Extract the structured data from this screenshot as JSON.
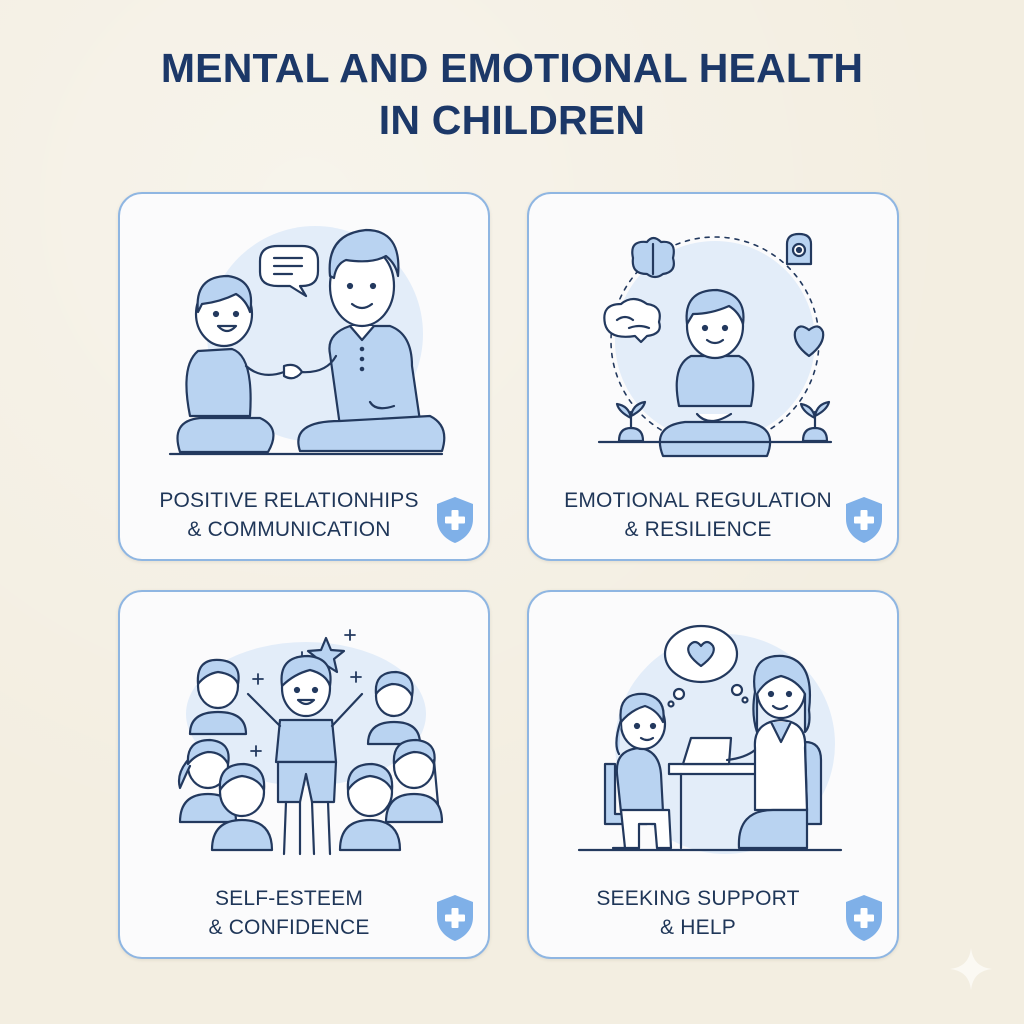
{
  "title": {
    "line1": "MENTAL AND EMOTIONAL HEALTH",
    "line2": "IN CHILDREN"
  },
  "colors": {
    "background": "#f3eee1",
    "title": "#1c3868",
    "card_border": "#8fb6e2",
    "card_fill": "#fbfbfc",
    "illustration_fill": "#b9d3f1",
    "illustration_stroke": "#23395e",
    "halo": "#e3edf9",
    "shield": "#7fb0e8"
  },
  "cards": [
    {
      "id": "positive-relationships",
      "line1": "POSITIVE RELATIONHIPS",
      "line2": "& COMMUNICATION",
      "illustration": "child-and-adult-talking-with-speech-bubble",
      "badge_icon": "shield-plus-icon"
    },
    {
      "id": "emotional-regulation",
      "line1": "EMOTIONAL REGULATION",
      "line2": "& RESILIENCE",
      "illustration": "child-meditating-with-brain-heart-plant-icons",
      "badge_icon": "shield-plus-icon"
    },
    {
      "id": "self-esteem",
      "line1": "SELF-ESTEEM",
      "line2": "& CONFIDENCE",
      "illustration": "child-cheering-among-group-with-star",
      "badge_icon": "shield-plus-icon"
    },
    {
      "id": "seeking-support",
      "line1": "SEEKING SUPPORT",
      "line2": "& HELP",
      "illustration": "child-and-counselor-at-table-with-heart-thought",
      "badge_icon": "shield-plus-icon"
    }
  ],
  "decorations": {
    "corner_icon": "sparkle-icon"
  }
}
